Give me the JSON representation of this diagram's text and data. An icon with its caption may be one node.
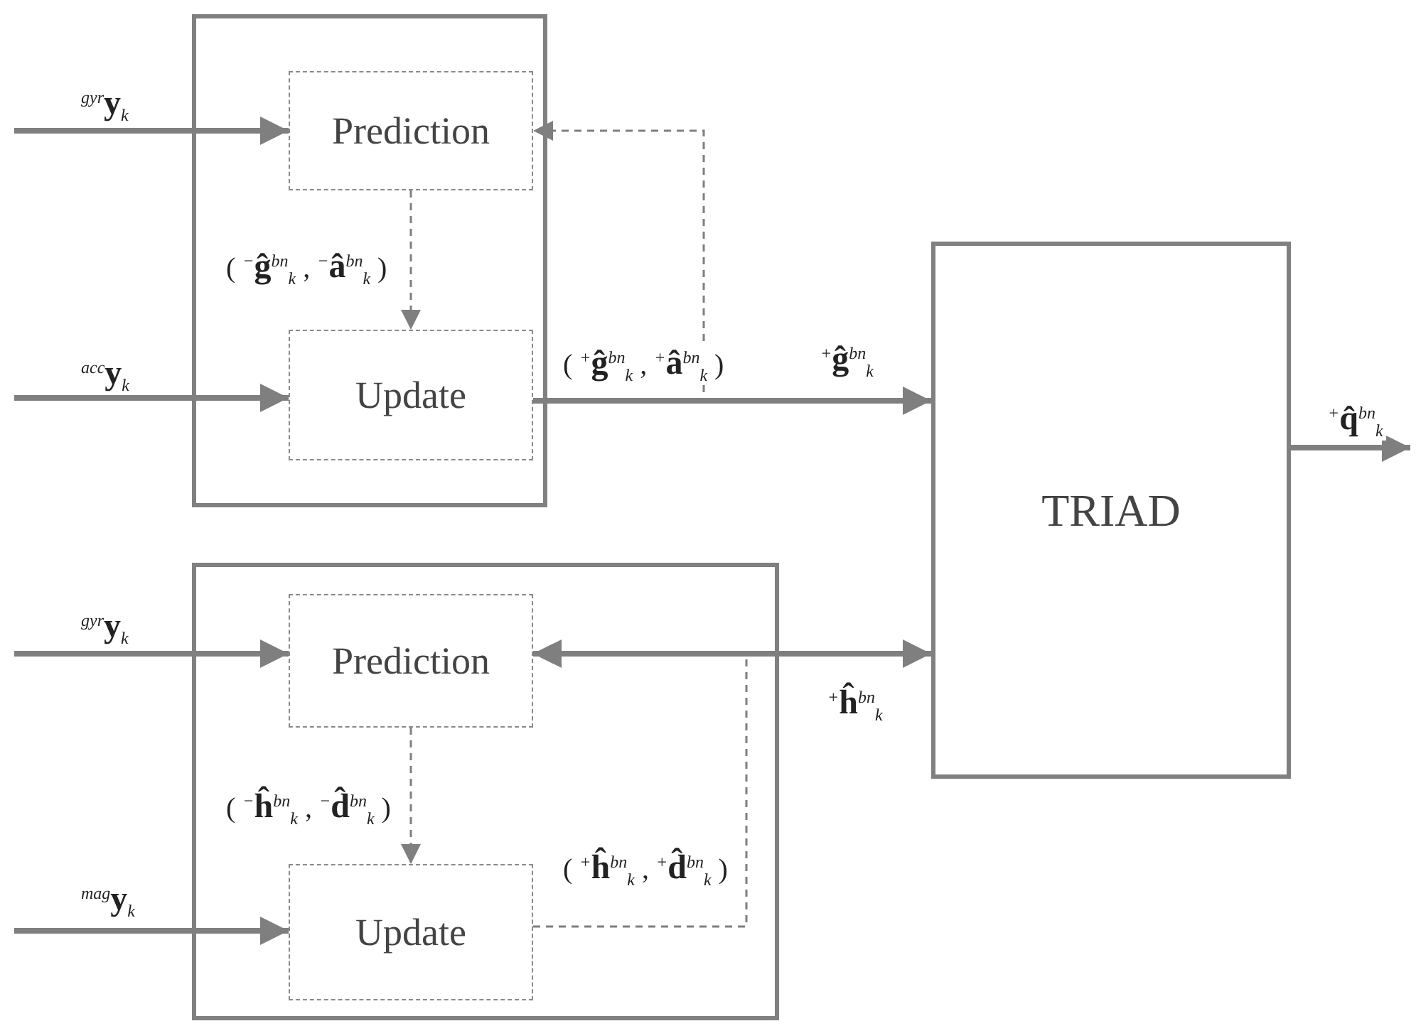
{
  "diagram": {
    "nodes": [
      {
        "text": [],
        "shape": "box"
      },
      {
        "text": [
          "Prediction"
        ],
        "in": 0
      },
      {
        "text": [
          "Update"
        ],
        "in": 0
      },
      {
        "text": [],
        "shape": "box"
      },
      {
        "text": [
          "Prediction"
        ],
        "in": 3
      },
      {
        "text": [
          "Update"
        ],
        "in": 3
      },
      {
        "text": [
          "TRIAD"
        ]
      }
    ],
    "edges": [
      {
        "from": null,
        "to": 1,
        "arrow": "to",
        "label": "$^{gyr}$**y**$_{k}$"
      },
      {
        "from": null,
        "to": 2,
        "arrow": "to",
        "label": "$^{acc}$**y**$_{k}$"
      },
      {
        "from": 1,
        "to": 2,
        "arrow": "to",
        "style": "dashed",
        "label": "( $^{−}$**ĝ**$^{bn}$$_{k}$ , $^{−}$**â**$^{bn}$$_{k}$ )"
      },
      {
        "from": 2,
        "to": 6,
        "arrow": "to",
        "label": "$^{+}$**ĝ**$^{bn}$$_{k}$"
      },
      {
        "from": 2,
        "to": 1,
        "arrow": "to",
        "style": "dashed",
        "label": "( $^{+}$**ĝ**$^{bn}$$_{k}$ , $^{+}$**â**$^{bn}$$_{k}$ )"
      },
      {
        "from": 6,
        "to": null,
        "arrow": "to",
        "label": "$^{+}$**q̂**$^{bn}$$_{k}$"
      },
      {
        "from": null,
        "to": 4,
        "arrow": "to",
        "label": "$^{gyr}$**y**$_{k}$"
      },
      {
        "from": null,
        "to": 5,
        "arrow": "to",
        "label": "$^{mag}$**y**$_{k}$"
      },
      {
        "from": 4,
        "to": 5,
        "arrow": "to",
        "style": "dashed",
        "label": "( $^{−}$**ĥ**$^{bn}$$_{k}$ , $^{−}$**d̂**$^{bn}$$_{k}$ )"
      },
      {
        "from": 4,
        "to": 6,
        "arrow": "both",
        "label": "$^{+}$**ĥ**$^{bn}$$_{k}$"
      },
      {
        "from": 5,
        "to": 4,
        "arrow": "to",
        "style": "dashed",
        "label": "( $^{+}$**ĥ**$^{bn}$$_{k}$ , $^{+}$**d̂**$^{bn}$$_{k}$ )"
      }
    ]
  }
}
